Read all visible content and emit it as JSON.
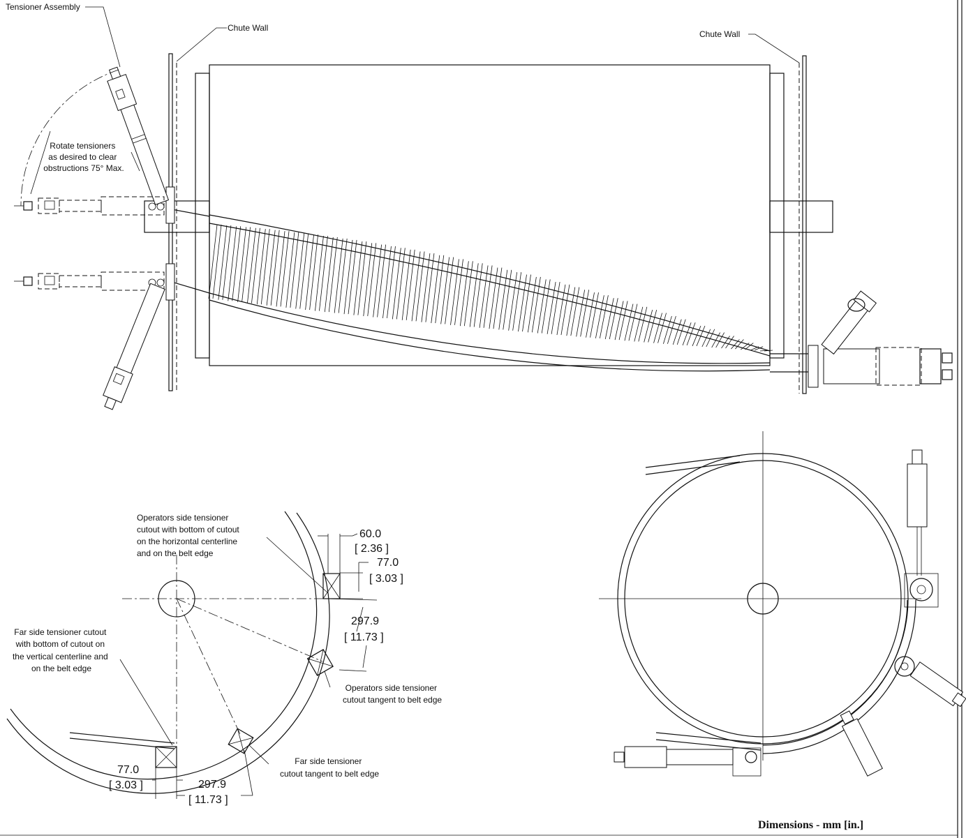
{
  "labels": {
    "tensioner_assembly": "Tensioner Assembly",
    "chute_wall_left": "Chute Wall",
    "chute_wall_right": "Chute Wall",
    "rotate_note": [
      "Rotate tensioners",
      "as desired to clear",
      "obstructions 75° Max."
    ],
    "operators_side_horizontal": [
      "Operators side tensioner",
      "cutout with bottom of cutout",
      "on the horizontal centerline",
      "and on the belt edge"
    ],
    "far_side_vertical": [
      "Far side tensioner cutout",
      "with bottom of cutout on",
      "the vertical centerline and",
      "on the belt edge"
    ],
    "operators_side_tangent": [
      "Operators side tensioner",
      "cutout tangent to belt edge"
    ],
    "far_side_tangent": [
      "Far side tensioner",
      "cutout tangent to belt edge"
    ]
  },
  "dimensions": {
    "d60_mm": "60.0",
    "d60_in": "[ 2.36 ]",
    "d77_right_mm": "77.0",
    "d77_right_in": "[ 3.03 ]",
    "d297_right_mm": "297.9",
    "d297_right_in": "[ 11.73 ]",
    "d77_bottom_mm": "77.0",
    "d77_bottom_in": "[ 3.03 ]",
    "d297_bottom_mm": "297.9",
    "d297_bottom_in": "[ 11.73 ]"
  },
  "footer": {
    "units_note": "Dimensions - mm [in.]"
  }
}
